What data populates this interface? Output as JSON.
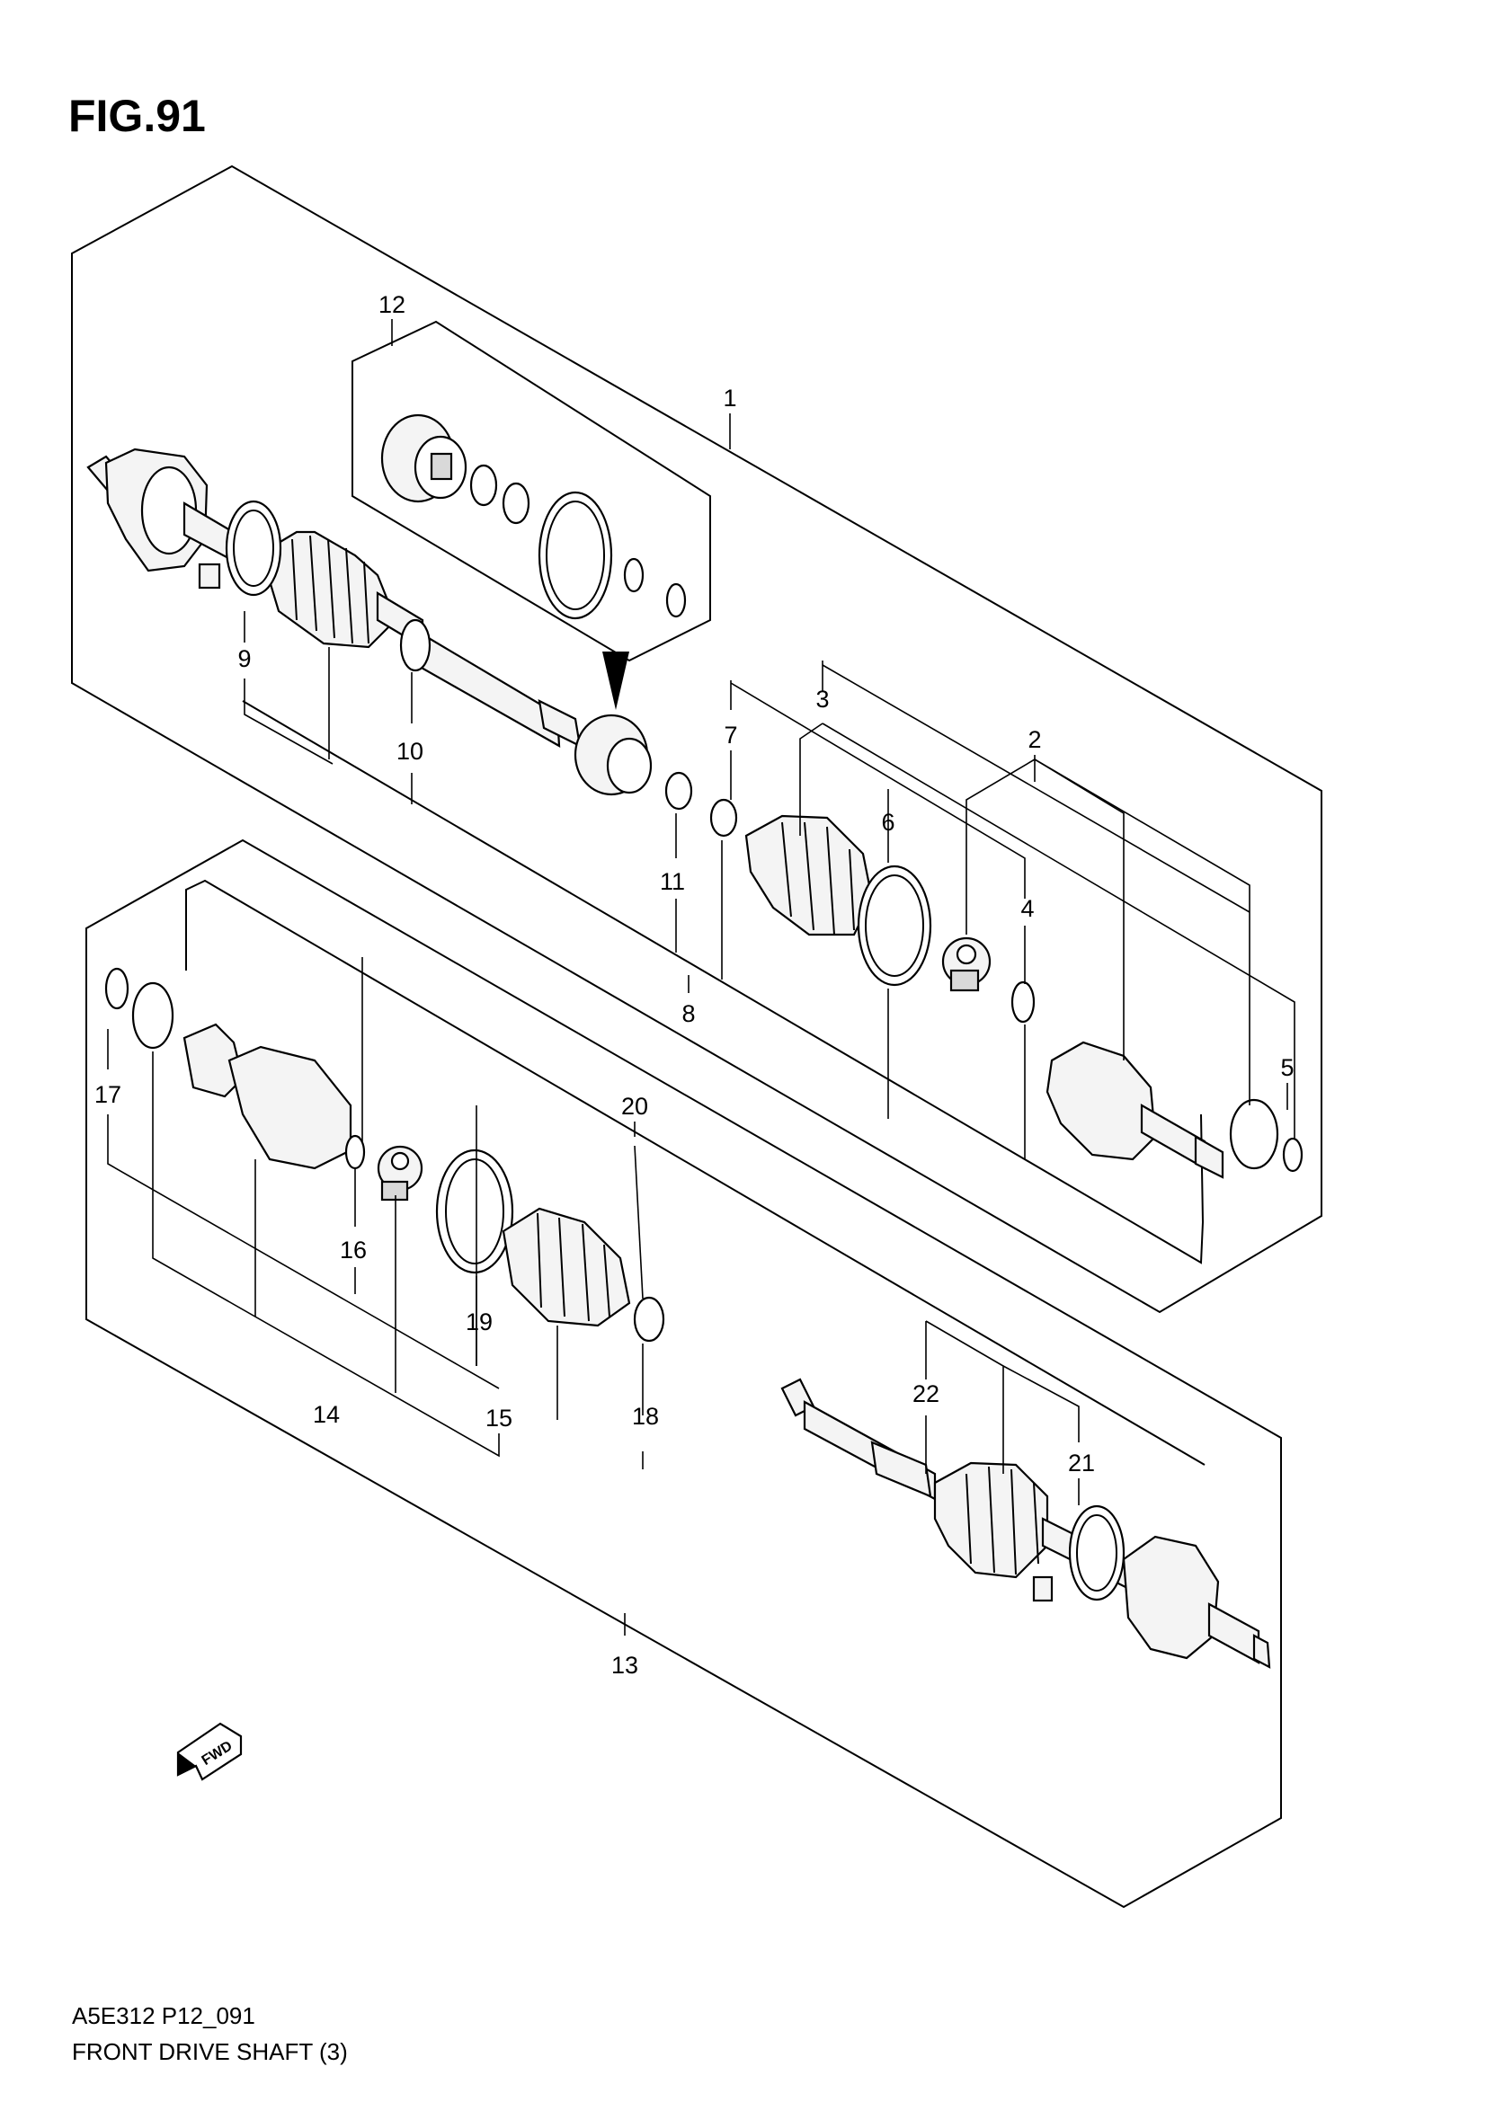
{
  "figure": {
    "title": "FIG.91",
    "code": "A5E312 P12_091",
    "name": "FRONT DRIVE SHAFT (3)",
    "direction_label": "FWD"
  },
  "callouts": {
    "c1": "1",
    "c2": "2",
    "c3": "3",
    "c4": "4",
    "c5": "5",
    "c6": "6",
    "c7": "7",
    "c8": "8",
    "c9": "9",
    "c10": "10",
    "c11": "11",
    "c12": "12",
    "c13": "13",
    "c14": "14",
    "c15": "15",
    "c16": "16",
    "c17": "17",
    "c18": "18",
    "c19": "19",
    "c20": "20",
    "c21": "21",
    "c22": "22"
  }
}
